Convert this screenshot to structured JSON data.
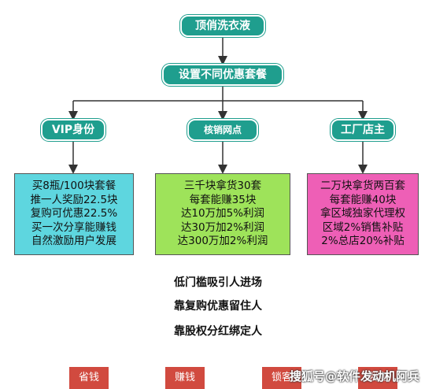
{
  "title": "顶俏洗衣液",
  "subtitle": "设置不同优惠套餐",
  "branches": [
    {
      "label": "VIP身份",
      "color": "#5ed6df",
      "lines": [
        "买8瓶/100块套餐",
        "推一人奖励22.5块",
        "复购可优惠22.5%",
        "买一次分享能赚钱",
        "自然激励用户发展"
      ]
    },
    {
      "label": "核销网点",
      "color": "#9ee35a",
      "lines": [
        "三千块拿货30套",
        "每套能赚35块",
        "达10万加5%利润",
        "达30万加2%利润",
        "达300万加2%利润"
      ]
    },
    {
      "label": "工厂店主",
      "color": "#ee5fb6",
      "lines": [
        "二万块拿货两百套",
        "每套能赚40块",
        "拿区域独家代理权",
        "区域2%销售补贴",
        "2%总店20%补贴"
      ]
    }
  ],
  "taglines": [
    "低门槛吸引人进场",
    "靠复购优惠留住人",
    "靠股权分红绑定人"
  ],
  "bottom_buttons": [
    "省钱",
    "赚钱",
    "锁客",
    "裂变"
  ],
  "watermark": "搜狐号@软件发动机阿兵",
  "colors": {
    "pill": "#1f9e8e",
    "button": "#d14a3f",
    "connector": "#333333"
  }
}
